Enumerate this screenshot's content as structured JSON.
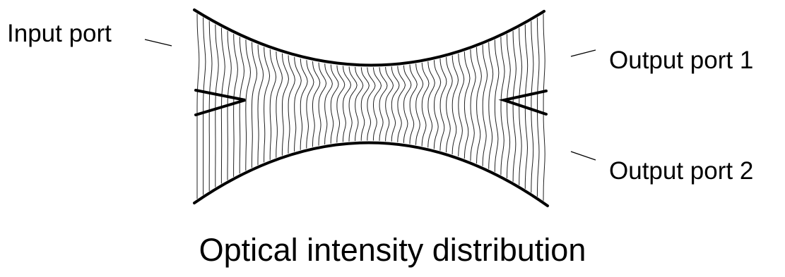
{
  "labels": {
    "input_port": "Input port",
    "output_port_1": "Output port 1",
    "output_port_2": "Output port 2"
  },
  "caption": "Optical intensity distribution",
  "colors": {
    "boundary": "#000000",
    "trace": "#222222",
    "background": "#ffffff"
  }
}
